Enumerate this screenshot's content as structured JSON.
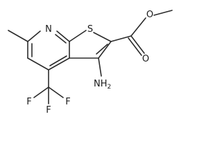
{
  "molecule": {
    "atoms": {
      "nitrogen": "N",
      "sulfur": "S",
      "carbonyl_oxygen": "O",
      "ester_oxygen": "O",
      "amine": "NH",
      "amine_subscript": "2",
      "fluorine_left": "F",
      "fluorine_bottom": "F",
      "fluorine_right": "F"
    }
  }
}
